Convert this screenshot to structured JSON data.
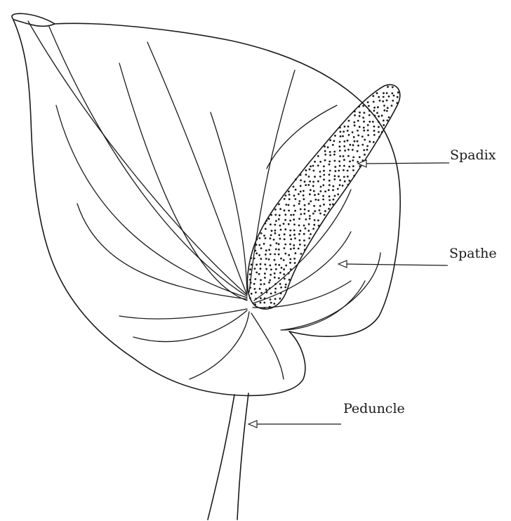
{
  "labels": {
    "spadix": "Spadix",
    "spathe": "Spathe",
    "peduncle": "Peduncle"
  },
  "colors": {
    "ink": "#1a1a1a",
    "background": "#ffffff"
  }
}
